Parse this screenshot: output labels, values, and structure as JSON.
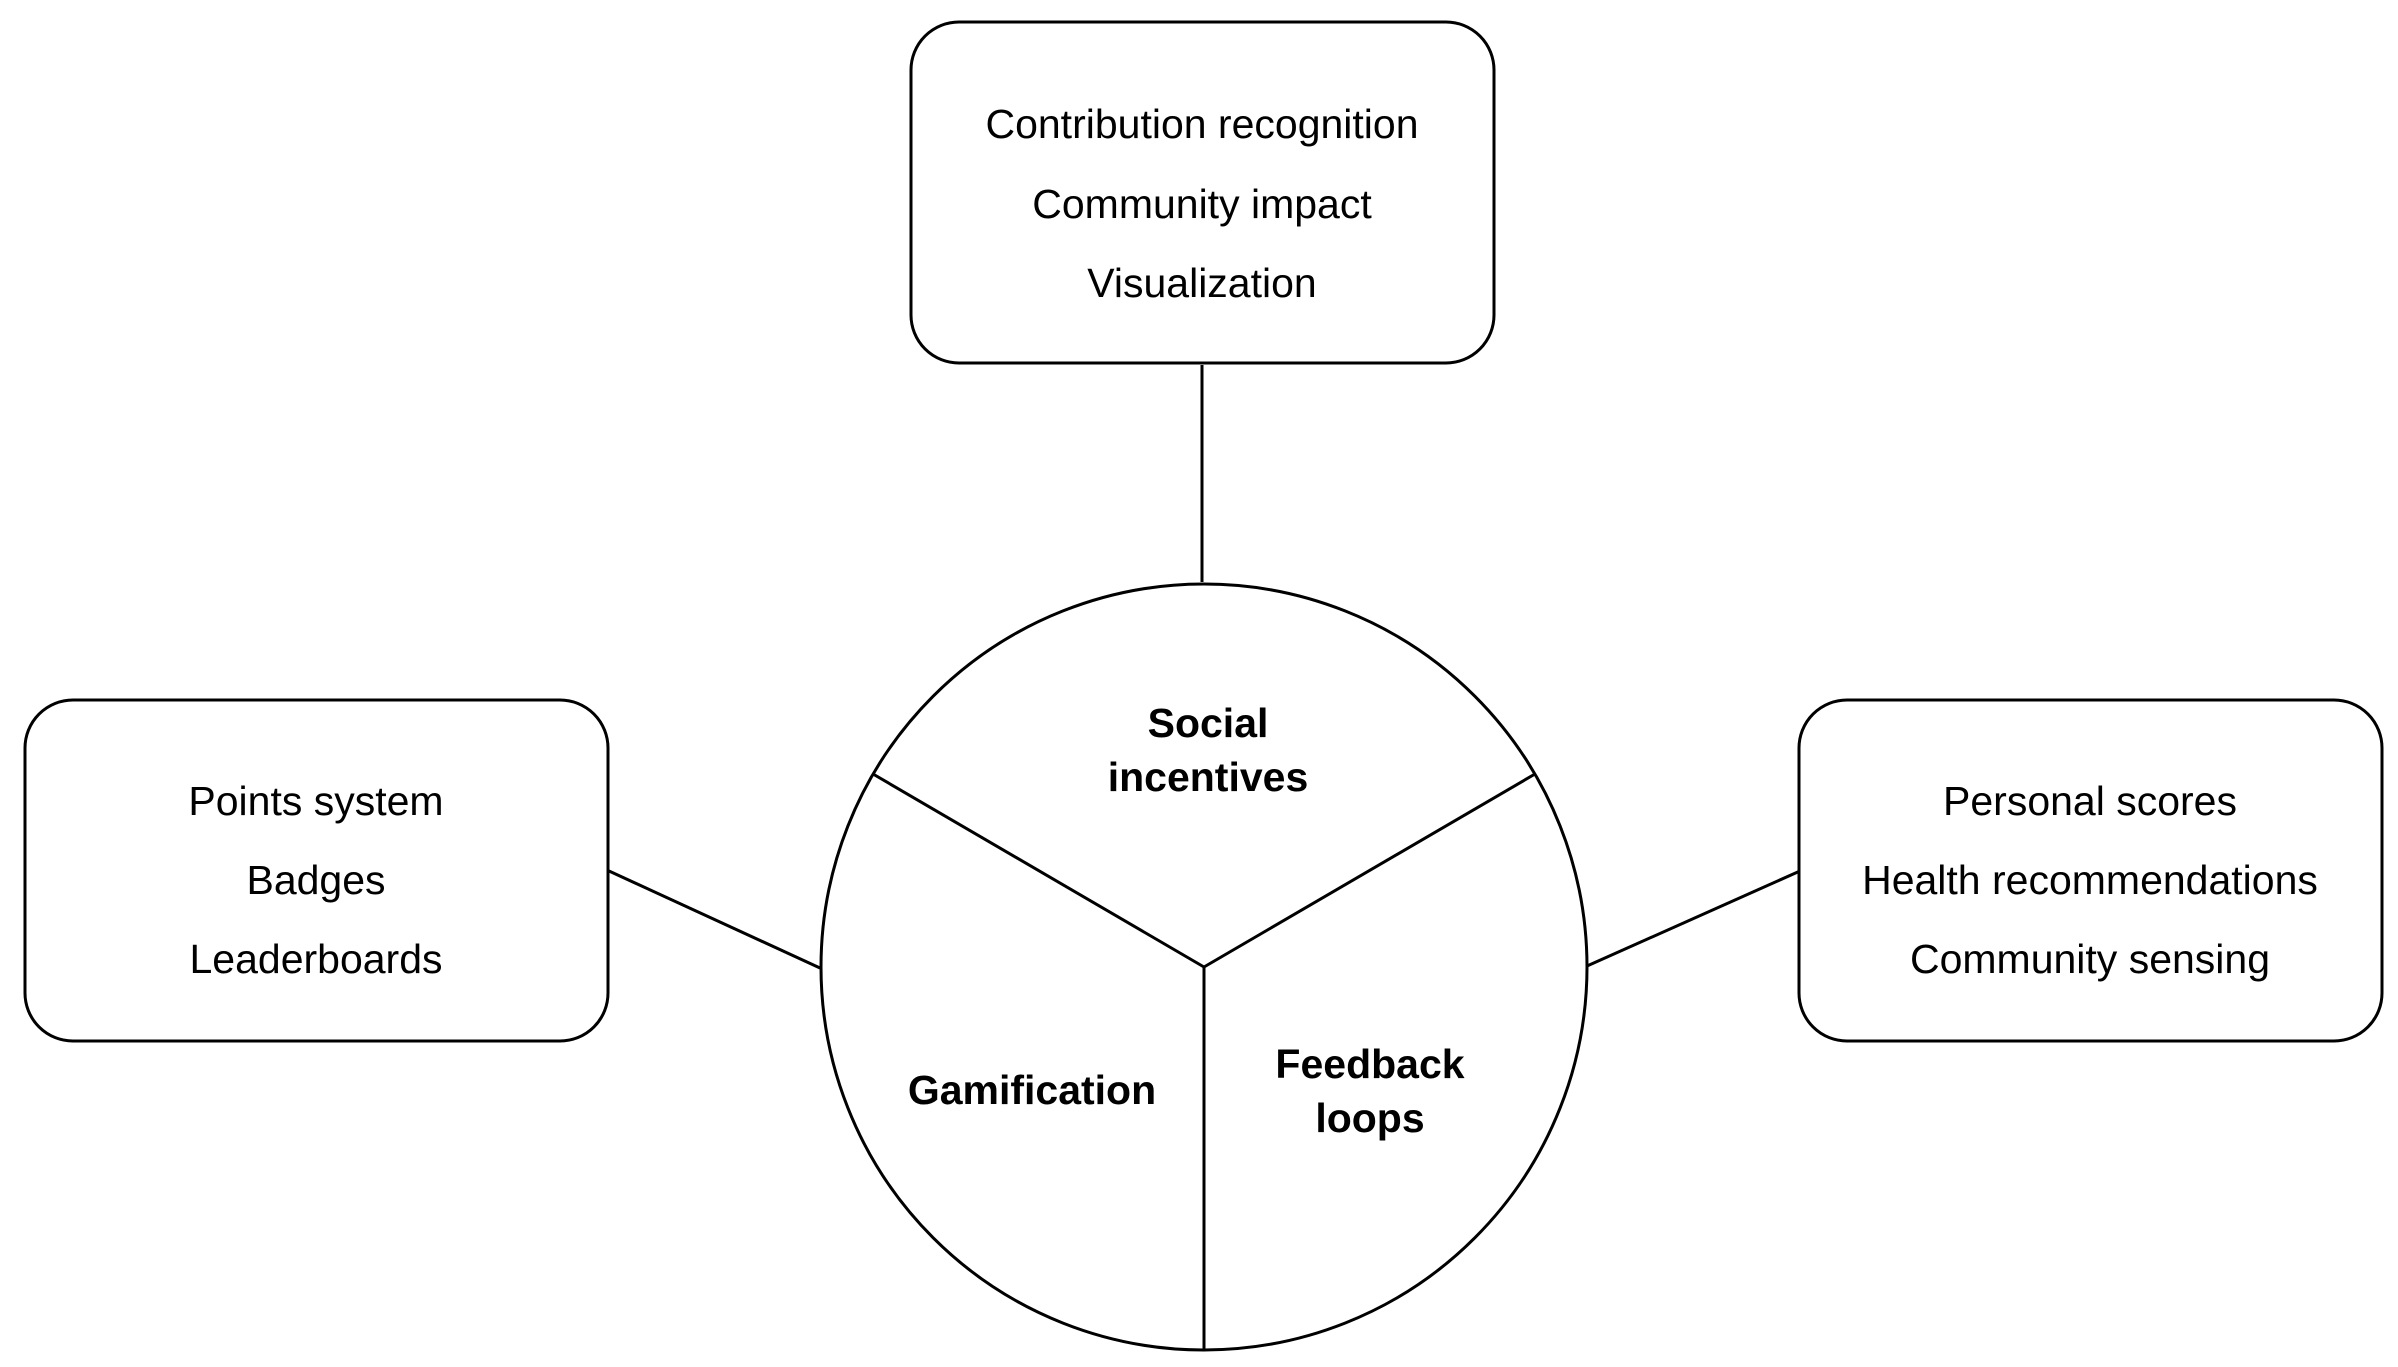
{
  "center": {
    "segments": {
      "top": [
        "Social",
        "incentives"
      ],
      "left": [
        "Gamification"
      ],
      "right": [
        "Feedback",
        "loops"
      ]
    }
  },
  "boxes": {
    "top": [
      "Contribution recognition",
      "Community impact",
      "Visualization"
    ],
    "left": [
      "Points system",
      "Badges",
      "Leaderboards"
    ],
    "right": [
      "Personal scores",
      "Health recommendations",
      "Community sensing"
    ]
  }
}
